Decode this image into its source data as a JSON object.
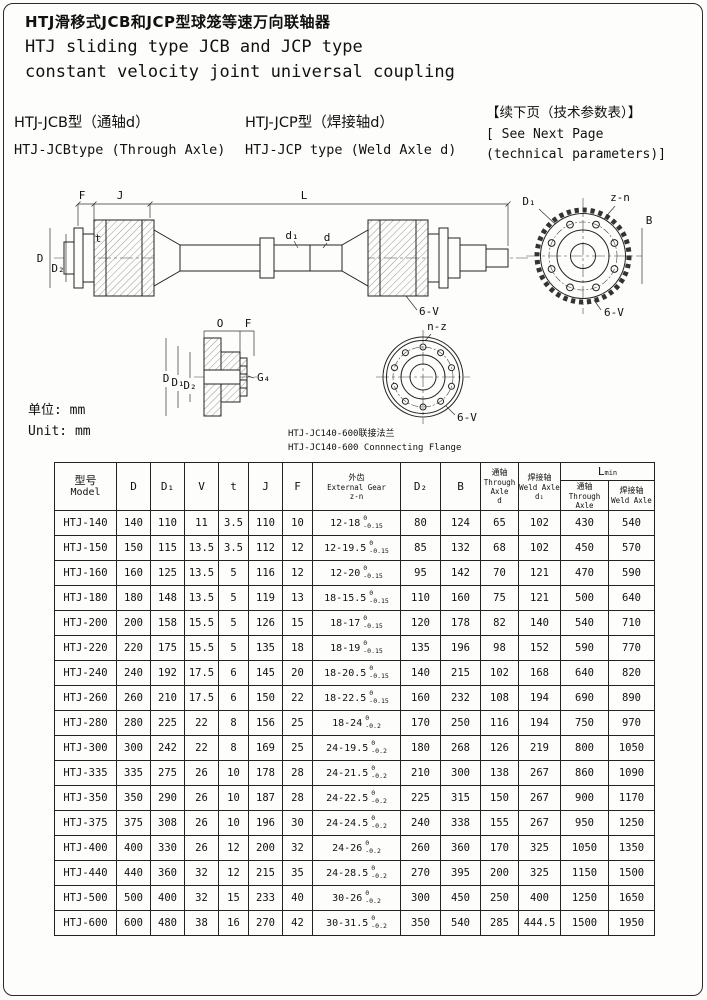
{
  "header": {
    "title_cn": "HTJ滑移式JCB和JCP型球笼等速万向联轴器",
    "title_en_line1": "HTJ sliding type JCB and JCP type",
    "title_en_line2": "constant velocity joint universal coupling"
  },
  "type_labels": {
    "jcb_cn": "HTJ-JCB型（通轴d）",
    "jcb_en": "HTJ-JCBtype (Through Axle)",
    "jcp_cn": "HTJ-JCP型（焊接轴d）",
    "jcp_en": "HTJ-JCP type (Weld Axle d)"
  },
  "next_page_note": {
    "cn": "【续下页（技术参数表）】",
    "en_line1": "[ See Next Page",
    "en_line2": "(technical parameters)]"
  },
  "unit_note": {
    "cn": "单位: mm",
    "en": "Unit: mm"
  },
  "flange_caption": {
    "cn": "HTJ-JC140-600联接法兰",
    "en": "HTJ-JC140-600 Connnecting Flange"
  },
  "drawing_labels": {
    "assembly": {
      "F": "F",
      "J": "J",
      "L": "L",
      "D": "D",
      "D2": "D₂",
      "t": "t",
      "d1": "d₁",
      "d": "d",
      "six_v": "6-V"
    },
    "flange_front": {
      "D1": "D₁",
      "z_n": "z-n",
      "B": "B",
      "six_v": "6-V"
    },
    "section": {
      "O": "O",
      "F": "F",
      "D": "D",
      "D1": "D₁",
      "D2": "D₂",
      "G4": "G₄"
    },
    "flange_mid": {
      "n_z": "n-z",
      "six_v": "6-V"
    }
  },
  "table": {
    "headers": {
      "model_cn": "型号",
      "model_en": "Model",
      "d": "D",
      "d1": "D₁",
      "v": "V",
      "t": "t",
      "j": "J",
      "f": "F",
      "gear_cn": "外齿",
      "gear_en": "External Gear",
      "gear_zn": "z-n",
      "d2": "D₂",
      "b": "B",
      "through_cn": "通轴",
      "through_en1": "Through",
      "through_en2": "Axle",
      "through_d": "d",
      "weld_cn": "焊接轴",
      "weld_en": "Weld Axle",
      "weld_d1": "d₁",
      "lmin_main": "L",
      "lmin_sub": "min",
      "lmin_through_cn": "通轴",
      "lmin_through_en": "Through Axle",
      "lmin_weld_cn": "焊接轴",
      "lmin_weld_en": "Weld Axle"
    },
    "rows": [
      {
        "model": "HTJ-140",
        "D": "140",
        "D1": "110",
        "V": "11",
        "t": "3.5",
        "J": "110",
        "F": "10",
        "gear": "12-18",
        "tol_top": "0",
        "tol_bot": "-0.15",
        "D2": "80",
        "B": "124",
        "through_d": "65",
        "weld_d1": "102",
        "lmin_through": "430",
        "lmin_weld": "540"
      },
      {
        "model": "HTJ-150",
        "D": "150",
        "D1": "115",
        "V": "13.5",
        "t": "3.5",
        "J": "112",
        "F": "12",
        "gear": "12-19.5",
        "tol_top": "0",
        "tol_bot": "-0.15",
        "D2": "85",
        "B": "132",
        "through_d": "68",
        "weld_d1": "102",
        "lmin_through": "450",
        "lmin_weld": "570"
      },
      {
        "model": "HTJ-160",
        "D": "160",
        "D1": "125",
        "V": "13.5",
        "t": "5",
        "J": "116",
        "F": "12",
        "gear": "12-20",
        "tol_top": "0",
        "tol_bot": "-0.15",
        "D2": "95",
        "B": "142",
        "through_d": "70",
        "weld_d1": "121",
        "lmin_through": "470",
        "lmin_weld": "590"
      },
      {
        "model": "HTJ-180",
        "D": "180",
        "D1": "148",
        "V": "13.5",
        "t": "5",
        "J": "119",
        "F": "13",
        "gear": "18-15.5",
        "tol_top": "0",
        "tol_bot": "-0.15",
        "D2": "110",
        "B": "160",
        "through_d": "75",
        "weld_d1": "121",
        "lmin_through": "500",
        "lmin_weld": "640"
      },
      {
        "model": "HTJ-200",
        "D": "200",
        "D1": "158",
        "V": "15.5",
        "t": "5",
        "J": "126",
        "F": "15",
        "gear": "18-17",
        "tol_top": "0",
        "tol_bot": "-0.15",
        "D2": "120",
        "B": "178",
        "through_d": "82",
        "weld_d1": "140",
        "lmin_through": "540",
        "lmin_weld": "710"
      },
      {
        "model": "HTJ-220",
        "D": "220",
        "D1": "175",
        "V": "15.5",
        "t": "5",
        "J": "135",
        "F": "18",
        "gear": "18-19",
        "tol_top": "0",
        "tol_bot": "-0.15",
        "D2": "135",
        "B": "196",
        "through_d": "98",
        "weld_d1": "152",
        "lmin_through": "590",
        "lmin_weld": "770"
      },
      {
        "model": "HTJ-240",
        "D": "240",
        "D1": "192",
        "V": "17.5",
        "t": "6",
        "J": "145",
        "F": "20",
        "gear": "18-20.5",
        "tol_top": "0",
        "tol_bot": "-0.15",
        "D2": "140",
        "B": "215",
        "through_d": "102",
        "weld_d1": "168",
        "lmin_through": "640",
        "lmin_weld": "820"
      },
      {
        "model": "HTJ-260",
        "D": "260",
        "D1": "210",
        "V": "17.5",
        "t": "6",
        "J": "150",
        "F": "22",
        "gear": "18-22.5",
        "tol_top": "0",
        "tol_bot": "-0.15",
        "D2": "160",
        "B": "232",
        "through_d": "108",
        "weld_d1": "194",
        "lmin_through": "690",
        "lmin_weld": "890"
      },
      {
        "model": "HTJ-280",
        "D": "280",
        "D1": "225",
        "V": "22",
        "t": "8",
        "J": "156",
        "F": "25",
        "gear": "18-24",
        "tol_top": "0",
        "tol_bot": "-0.2",
        "D2": "170",
        "B": "250",
        "through_d": "116",
        "weld_d1": "194",
        "lmin_through": "750",
        "lmin_weld": "970"
      },
      {
        "model": "HTJ-300",
        "D": "300",
        "D1": "242",
        "V": "22",
        "t": "8",
        "J": "169",
        "F": "25",
        "gear": "24-19.5",
        "tol_top": "0",
        "tol_bot": "-0.2",
        "D2": "180",
        "B": "268",
        "through_d": "126",
        "weld_d1": "219",
        "lmin_through": "800",
        "lmin_weld": "1050"
      },
      {
        "model": "HTJ-335",
        "D": "335",
        "D1": "275",
        "V": "26",
        "t": "10",
        "J": "178",
        "F": "28",
        "gear": "24-21.5",
        "tol_top": "0",
        "tol_bot": "-0.2",
        "D2": "210",
        "B": "300",
        "through_d": "138",
        "weld_d1": "267",
        "lmin_through": "860",
        "lmin_weld": "1090"
      },
      {
        "model": "HTJ-350",
        "D": "350",
        "D1": "290",
        "V": "26",
        "t": "10",
        "J": "187",
        "F": "28",
        "gear": "24-22.5",
        "tol_top": "0",
        "tol_bot": "-0.2",
        "D2": "225",
        "B": "315",
        "through_d": "150",
        "weld_d1": "267",
        "lmin_through": "900",
        "lmin_weld": "1170"
      },
      {
        "model": "HTJ-375",
        "D": "375",
        "D1": "308",
        "V": "26",
        "t": "10",
        "J": "196",
        "F": "30",
        "gear": "24-24.5",
        "tol_top": "0",
        "tol_bot": "-0.2",
        "D2": "240",
        "B": "338",
        "through_d": "155",
        "weld_d1": "267",
        "lmin_through": "950",
        "lmin_weld": "1250"
      },
      {
        "model": "HTJ-400",
        "D": "400",
        "D1": "330",
        "V": "26",
        "t": "12",
        "J": "200",
        "F": "32",
        "gear": "24-26",
        "tol_top": "0",
        "tol_bot": "-0.2",
        "D2": "260",
        "B": "360",
        "through_d": "170",
        "weld_d1": "325",
        "lmin_through": "1050",
        "lmin_weld": "1350"
      },
      {
        "model": "HTJ-440",
        "D": "440",
        "D1": "360",
        "V": "32",
        "t": "12",
        "J": "215",
        "F": "35",
        "gear": "24-28.5",
        "tol_top": "0",
        "tol_bot": "-0.2",
        "D2": "270",
        "B": "395",
        "through_d": "200",
        "weld_d1": "325",
        "lmin_through": "1150",
        "lmin_weld": "1500"
      },
      {
        "model": "HTJ-500",
        "D": "500",
        "D1": "400",
        "V": "32",
        "t": "15",
        "J": "233",
        "F": "40",
        "gear": "30-26",
        "tol_top": "0",
        "tol_bot": "-0.2",
        "D2": "300",
        "B": "450",
        "through_d": "250",
        "weld_d1": "400",
        "lmin_through": "1250",
        "lmin_weld": "1650"
      },
      {
        "model": "HTJ-600",
        "D": "600",
        "D1": "480",
        "V": "38",
        "t": "16",
        "J": "270",
        "F": "42",
        "gear": "30-31.5",
        "tol_top": "0",
        "tol_bot": "-0.2",
        "D2": "350",
        "B": "540",
        "through_d": "285",
        "weld_d1": "444.5",
        "lmin_through": "1500",
        "lmin_weld": "1950"
      }
    ]
  }
}
